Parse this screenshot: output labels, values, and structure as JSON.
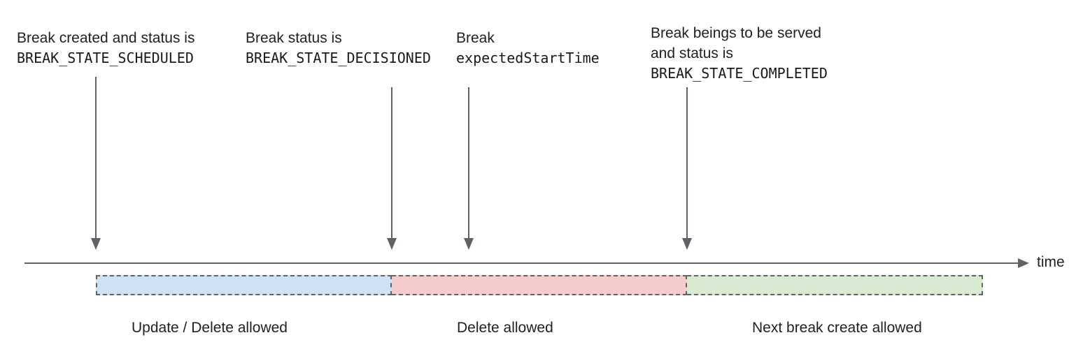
{
  "annotations": {
    "scheduled": {
      "line1": "Break created and status is",
      "code": "BREAK_STATE_SCHEDULED"
    },
    "decisioned": {
      "line1": "Break status is",
      "code": "BREAK_STATE_DECISIONED"
    },
    "expected_start": {
      "line1": "Break",
      "code": "expectedStartTime"
    },
    "completed": {
      "line1": "Break beings to be served",
      "line2": "and status is",
      "code": "BREAK_STATE_COMPLETED"
    }
  },
  "timeline": {
    "axis_label": "time"
  },
  "segments": {
    "update_delete": {
      "label": "Update / Delete allowed",
      "color": "#cfe2f3"
    },
    "delete_only": {
      "label": "Delete allowed",
      "color": "#f4cccc"
    },
    "next_create": {
      "label": "Next break create allowed",
      "color": "#d9ead3"
    }
  },
  "colors": {
    "arrow_and_line": "#5f6368",
    "dashed_border": "#5f6368",
    "text": "#202124"
  }
}
